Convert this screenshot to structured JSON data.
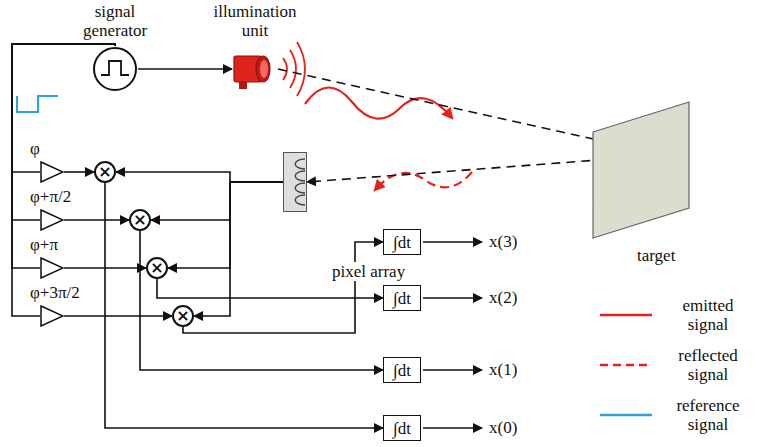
{
  "diagram": {
    "nodes": [
      {
        "text": [
          "signal generator"
        ]
      },
      {
        "text": [
          "illumination unit"
        ]
      },
      {
        "text": [
          "target"
        ]
      },
      {
        "text": [
          "φ"
        ]
      },
      {
        "text": [
          "φ+π/2"
        ]
      },
      {
        "text": [
          "φ+π"
        ]
      },
      {
        "text": [
          "φ+3π/2"
        ]
      },
      {
        "text": [
          "×"
        ]
      },
      {
        "text": [
          "×"
        ]
      },
      {
        "text": [
          "×"
        ]
      },
      {
        "text": [
          "×"
        ]
      },
      {
        "text": [
          "pixel array"
        ]
      },
      {
        "text": [
          "∫dt"
        ]
      },
      {
        "text": [
          "∫dt"
        ]
      },
      {
        "text": [
          "∫dt"
        ]
      },
      {
        "text": [
          "∫dt"
        ]
      }
    ],
    "edges": [
      {
        "from": 0,
        "to": 1,
        "arrow": "to"
      },
      {
        "from": 0,
        "to": 3,
        "arrow": "none"
      },
      {
        "from": 0,
        "to": 4,
        "arrow": "none"
      },
      {
        "from": 0,
        "to": 5,
        "arrow": "none"
      },
      {
        "from": 0,
        "to": 6,
        "arrow": "none"
      },
      {
        "from": 3,
        "to": 7,
        "arrow": "to"
      },
      {
        "from": 4,
        "to": 8,
        "arrow": "to"
      },
      {
        "from": 5,
        "to": 9,
        "arrow": "to"
      },
      {
        "from": 6,
        "to": 10,
        "arrow": "to"
      },
      {
        "from": 11,
        "to": 7,
        "arrow": "to"
      },
      {
        "from": 11,
        "to": 8,
        "arrow": "to"
      },
      {
        "from": 11,
        "to": 9,
        "arrow": "to"
      },
      {
        "from": 11,
        "to": 10,
        "arrow": "to"
      },
      {
        "from": 7,
        "to": 15,
        "arrow": "to"
      },
      {
        "from": 8,
        "to": 14,
        "arrow": "to"
      },
      {
        "from": 9,
        "to": 13,
        "arrow": "to"
      },
      {
        "from": 10,
        "to": 12,
        "arrow": "to"
      },
      {
        "from": 1,
        "to": 2,
        "arrow": "to"
      },
      {
        "from": 2,
        "to": 11,
        "arrow": "to"
      }
    ],
    "labels": [
      "x(3)",
      "x(2)",
      "x(1)",
      "x(0)"
    ],
    "legend": [
      {
        "text": "emitted signal"
      },
      {
        "text": "reflected signal"
      },
      {
        "text": "reference signal"
      }
    ]
  }
}
